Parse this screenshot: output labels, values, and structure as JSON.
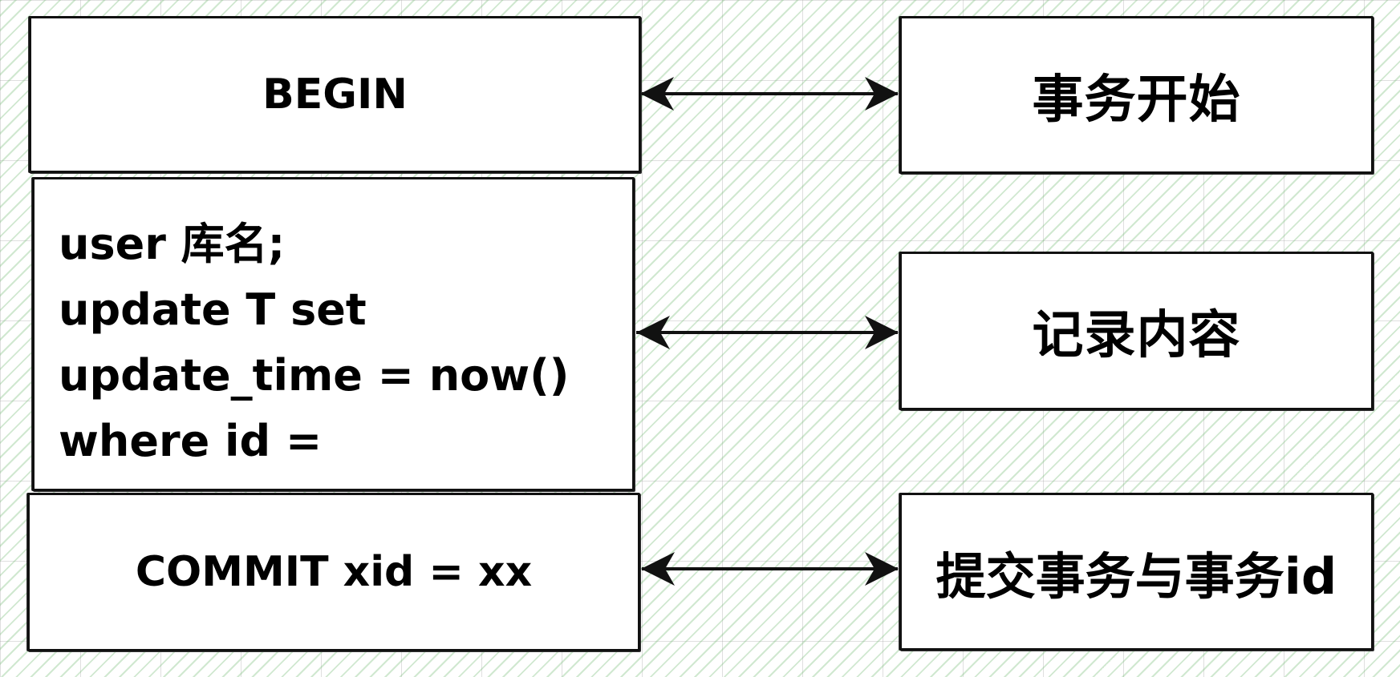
{
  "left_column": {
    "begin_label": "BEGIN",
    "sql_lines": [
      "user 库名;",
      "update T set",
      "update_time = now()",
      "where id ="
    ],
    "commit_label": "COMMIT xid = xx"
  },
  "right_column": {
    "tx_start_label": "事务开始",
    "record_label": "记录内容",
    "commit_xid_label": "提交事务与事务id"
  },
  "colors": {
    "stroke": "#111111",
    "box_fill": "#ffffff",
    "hatch": "#78be78",
    "grid": "#969696"
  }
}
